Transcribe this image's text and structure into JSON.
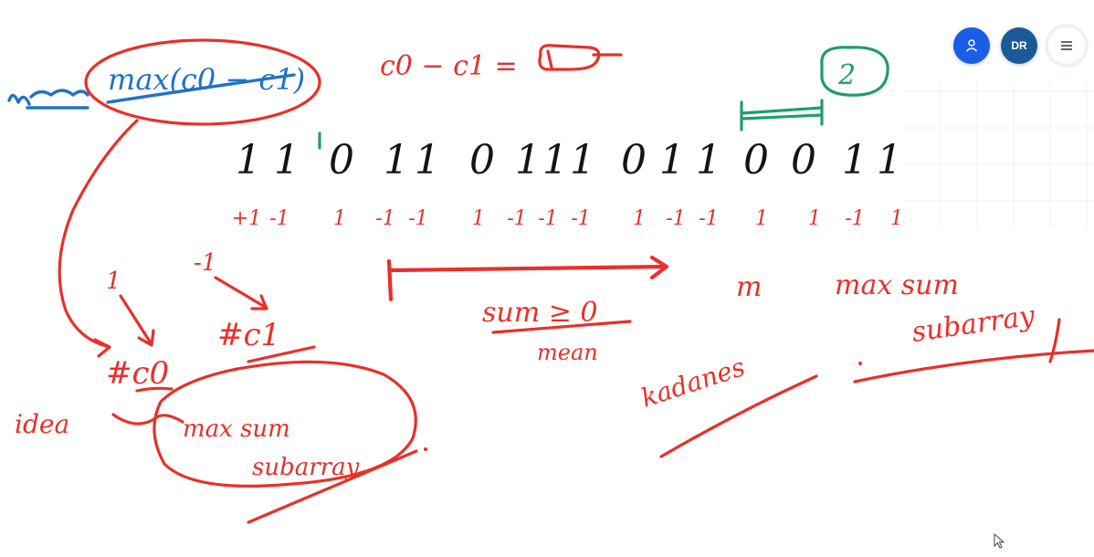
{
  "toolbar": {
    "user_button_icon": "person-icon",
    "initials": "DR",
    "menu_button_icon": "hamburger-menu-icon",
    "colors": {
      "user": "#1a5ee6",
      "initials": "#1a5a96"
    }
  },
  "whiteboard": {
    "ink_colors": {
      "red": "#e8302a",
      "blue": "#1f72c8",
      "green": "#1e9e68",
      "black": "#141414"
    },
    "max_expression": "max(c0 − c1)",
    "equation": "c0 − c1 = ",
    "bit_string": [
      "1",
      "1",
      "0",
      "1",
      "1",
      "0",
      "1",
      "1",
      "1",
      "0",
      "1",
      "1",
      "0",
      "0",
      "1",
      "1"
    ],
    "sign_values": [
      "+1",
      "-1",
      "1",
      "-1",
      "-1",
      "1",
      "-1",
      "-1",
      "-1",
      "1",
      "-1",
      "-1",
      "1",
      "1",
      "-1",
      "1"
    ],
    "circled_count": "2",
    "sum_label": "sum ≥ 0",
    "mean_label": "mean",
    "hash_c0": "#c0",
    "hash_c1": "#c1",
    "pos_one": "1",
    "neg_one": "-1",
    "max_sum_circle_line1": "max sum",
    "max_sum_circle_line2": "subarray",
    "kadanes": "kadanes",
    "right_max_sum": "max sum",
    "right_subarray": "subarray",
    "left_word": "idea",
    "mini_mark": "m"
  }
}
